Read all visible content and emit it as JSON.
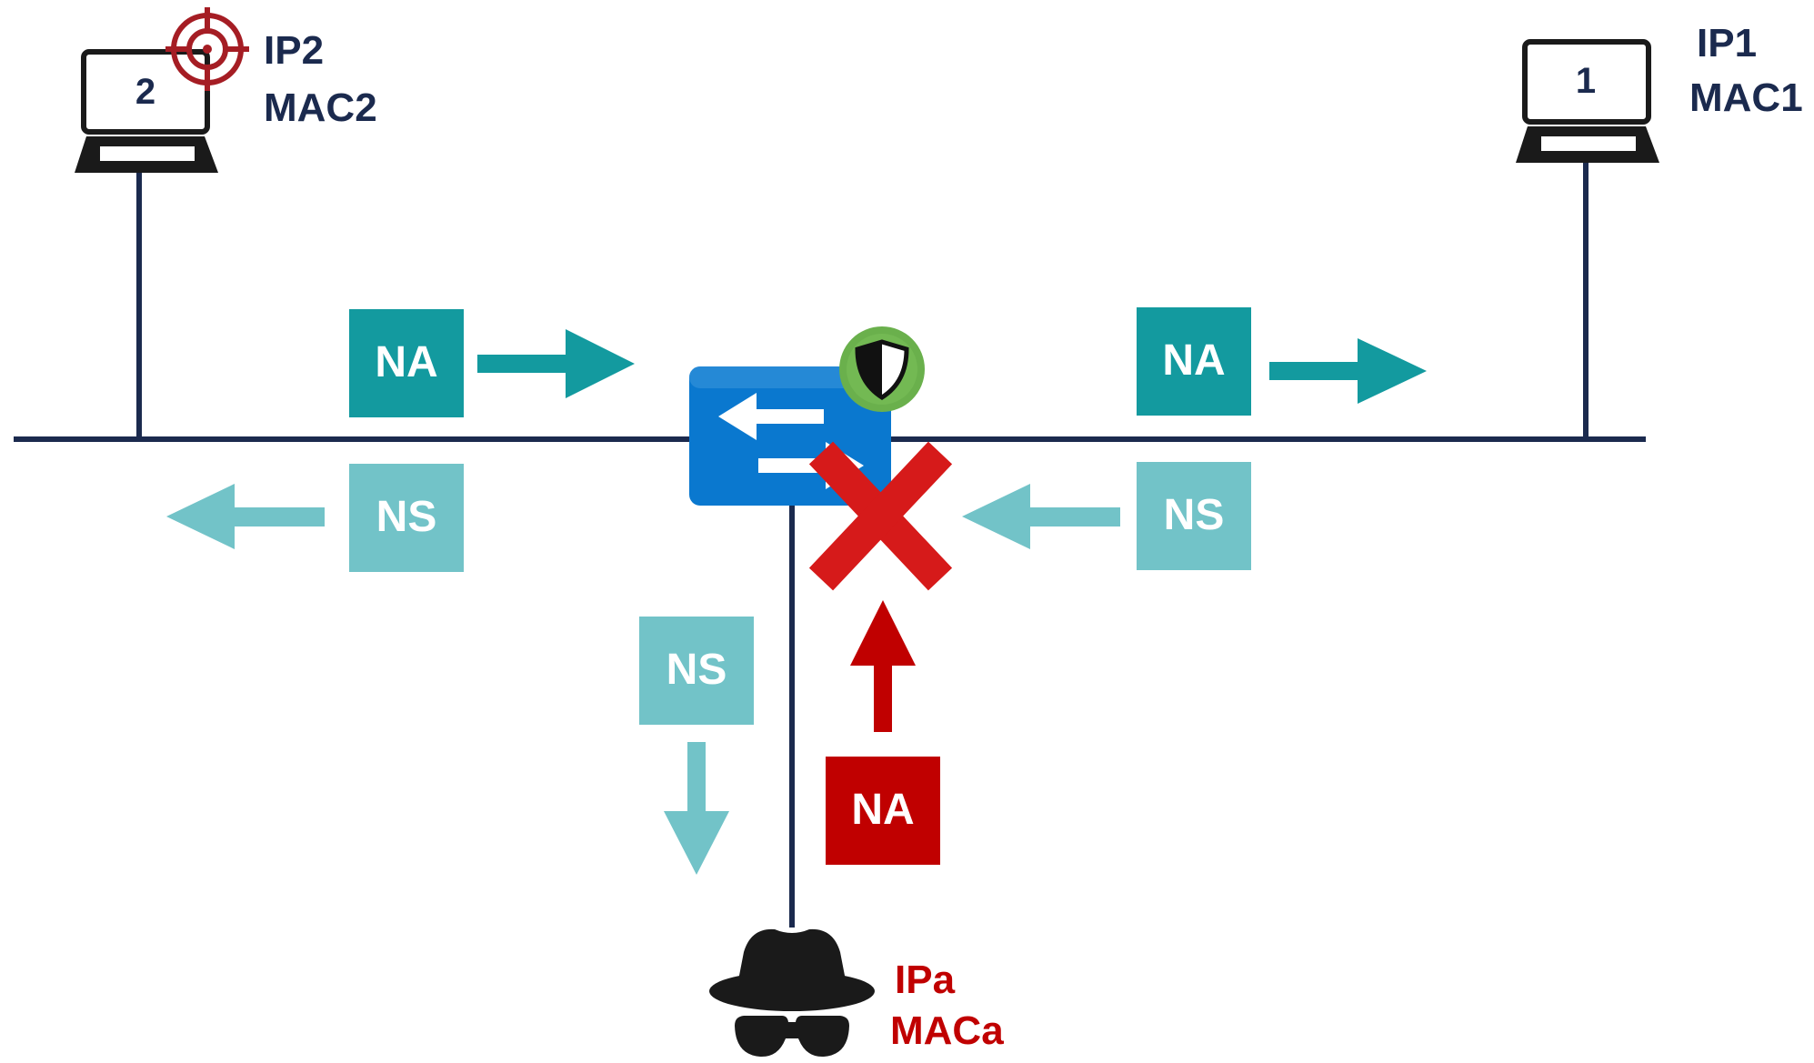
{
  "colors": {
    "line": "#1b2a4e",
    "teal_dark": "#139a9f",
    "teal_light": "#72c3c8",
    "attacker_red": "#c00000",
    "switch_blue": "#0a78cf",
    "shield_green": "#6ab04c",
    "host_text": "#1b2a4e",
    "attacker_text": "#c00000"
  },
  "hosts": {
    "host2": {
      "number": "2",
      "ip": "IP2",
      "mac": "MAC2",
      "icon": "laptop-icon",
      "badge": "target-crosshair-icon"
    },
    "host1": {
      "number": "1",
      "ip": "IP1",
      "mac": "MAC1",
      "icon": "laptop-icon"
    },
    "attacker": {
      "ip": "IPa",
      "mac": "MACa",
      "icon": "spy-hat-glasses-icon"
    }
  },
  "switch": {
    "icon": "switch-arrows-icon",
    "badge": "shield-icon"
  },
  "messages": {
    "na_left": "NA",
    "na_right": "NA",
    "ns_left": "NS",
    "ns_right": "NS",
    "ns_attacker": "NS",
    "na_attacker": "NA"
  },
  "blocked_marker": "x-mark-icon"
}
